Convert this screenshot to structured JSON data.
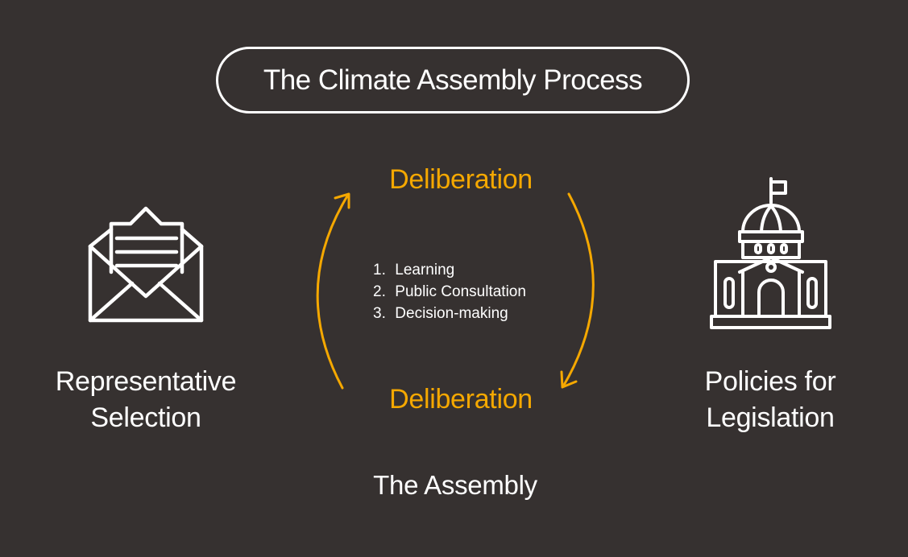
{
  "title": "The Climate Assembly Process",
  "left": {
    "label_line1": "Representative",
    "label_line2": "Selection",
    "icon": "envelope-icon"
  },
  "center": {
    "top_label": "Deliberation",
    "bottom_label": "Deliberation",
    "steps": [
      {
        "num": "1.",
        "text": "Learning"
      },
      {
        "num": "2.",
        "text": "Public Consultation"
      },
      {
        "num": "3.",
        "text": "Decision-making"
      }
    ],
    "caption": "The Assembly"
  },
  "right": {
    "label_line1": "Policies for",
    "label_line2": "Legislation",
    "icon": "capitol-building-icon"
  },
  "colors": {
    "background": "#363130",
    "accent": "#f5a800",
    "text": "#ffffff"
  }
}
